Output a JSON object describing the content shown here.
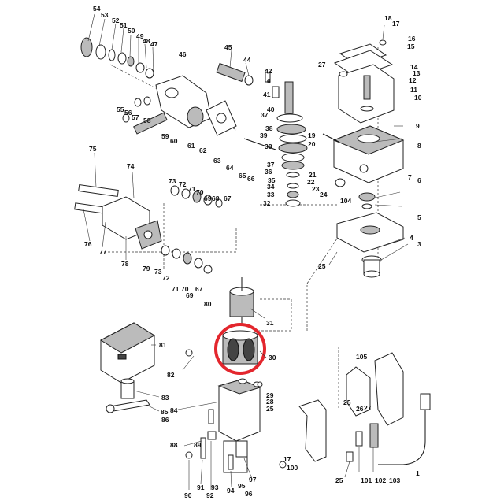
{
  "diagram": {
    "highlight_color": "#e3262d",
    "parts": [
      {
        "id": "p54",
        "label": "54"
      },
      {
        "id": "p53",
        "label": "53"
      },
      {
        "id": "p52",
        "label": "52"
      },
      {
        "id": "p51",
        "label": "51"
      },
      {
        "id": "p50",
        "label": "50"
      },
      {
        "id": "p49",
        "label": "49"
      },
      {
        "id": "p48",
        "label": "48"
      },
      {
        "id": "p47",
        "label": "47"
      },
      {
        "id": "p46",
        "label": "46"
      },
      {
        "id": "p45",
        "label": "45"
      },
      {
        "id": "p44",
        "label": "44"
      },
      {
        "id": "p42",
        "label": "42"
      },
      {
        "id": "p6a",
        "label": "6"
      },
      {
        "id": "p41",
        "label": "41"
      },
      {
        "id": "p40",
        "label": "40"
      },
      {
        "id": "p37a",
        "label": "37"
      },
      {
        "id": "p38a",
        "label": "38"
      },
      {
        "id": "p39",
        "label": "39"
      },
      {
        "id": "p38b",
        "label": "38"
      },
      {
        "id": "p37b",
        "label": "37"
      },
      {
        "id": "p36",
        "label": "36"
      },
      {
        "id": "p35",
        "label": "35"
      },
      {
        "id": "p34",
        "label": "34"
      },
      {
        "id": "p33",
        "label": "33"
      },
      {
        "id": "p32",
        "label": "32"
      },
      {
        "id": "p18",
        "label": "18"
      },
      {
        "id": "p17",
        "label": "17"
      },
      {
        "id": "p16",
        "label": "16"
      },
      {
        "id": "p15",
        "label": "15"
      },
      {
        "id": "p27a",
        "label": "27"
      },
      {
        "id": "p14",
        "label": "14"
      },
      {
        "id": "p13",
        "label": "13"
      },
      {
        "id": "p12",
        "label": "12"
      },
      {
        "id": "p11",
        "label": "11"
      },
      {
        "id": "p10",
        "label": "10"
      },
      {
        "id": "p9",
        "label": "9"
      },
      {
        "id": "p8",
        "label": "8"
      },
      {
        "id": "p19",
        "label": "19"
      },
      {
        "id": "p20",
        "label": "20"
      },
      {
        "id": "p21",
        "label": "21"
      },
      {
        "id": "p22",
        "label": "22"
      },
      {
        "id": "p23",
        "label": "23"
      },
      {
        "id": "p24",
        "label": "24"
      },
      {
        "id": "p104",
        "label": "104"
      },
      {
        "id": "p7",
        "label": "7"
      },
      {
        "id": "p6b",
        "label": "6"
      },
      {
        "id": "p5",
        "label": "5"
      },
      {
        "id": "p4",
        "label": "4"
      },
      {
        "id": "p3",
        "label": "3"
      },
      {
        "id": "p25a",
        "label": "25"
      },
      {
        "id": "p55",
        "label": "55"
      },
      {
        "id": "p56",
        "label": "56"
      },
      {
        "id": "p57",
        "label": "57"
      },
      {
        "id": "p58",
        "label": "58"
      },
      {
        "id": "p59",
        "label": "59"
      },
      {
        "id": "p60",
        "label": "60"
      },
      {
        "id": "p61",
        "label": "61"
      },
      {
        "id": "p62",
        "label": "62"
      },
      {
        "id": "p63",
        "label": "63"
      },
      {
        "id": "p64",
        "label": "64"
      },
      {
        "id": "p65",
        "label": "65"
      },
      {
        "id": "p66",
        "label": "66"
      },
      {
        "id": "p75",
        "label": "75"
      },
      {
        "id": "p74",
        "label": "74"
      },
      {
        "id": "p76",
        "label": "76"
      },
      {
        "id": "p77",
        "label": "77"
      },
      {
        "id": "p78",
        "label": "78"
      },
      {
        "id": "p73a",
        "label": "73"
      },
      {
        "id": "p72a",
        "label": "72"
      },
      {
        "id": "p71a",
        "label": "71"
      },
      {
        "id": "p70a",
        "label": "70"
      },
      {
        "id": "p69a",
        "label": "69"
      },
      {
        "id": "p68",
        "label": "68"
      },
      {
        "id": "p67a",
        "label": "67"
      },
      {
        "id": "p79",
        "label": "79"
      },
      {
        "id": "p73b",
        "label": "73"
      },
      {
        "id": "p72b",
        "label": "72"
      },
      {
        "id": "p71b",
        "label": "71"
      },
      {
        "id": "p70b",
        "label": "70"
      },
      {
        "id": "p69b",
        "label": "69"
      },
      {
        "id": "p67b",
        "label": "67"
      },
      {
        "id": "p80",
        "label": "80"
      },
      {
        "id": "p31",
        "label": "31"
      },
      {
        "id": "p81",
        "label": "81"
      },
      {
        "id": "p82",
        "label": "82"
      },
      {
        "id": "p30",
        "label": "30"
      },
      {
        "id": "p29",
        "label": "29"
      },
      {
        "id": "p28",
        "label": "28"
      },
      {
        "id": "p25b",
        "label": "25"
      },
      {
        "id": "p83",
        "label": "83"
      },
      {
        "id": "p84",
        "label": "84"
      },
      {
        "id": "p85",
        "label": "85"
      },
      {
        "id": "p86",
        "label": "86"
      },
      {
        "id": "p105",
        "label": "105"
      },
      {
        "id": "p25c",
        "label": "25"
      },
      {
        "id": "p26",
        "label": "26"
      },
      {
        "id": "p27b",
        "label": "27"
      },
      {
        "id": "p88",
        "label": "88"
      },
      {
        "id": "p89",
        "label": "89"
      },
      {
        "id": "p17b",
        "label": "17"
      },
      {
        "id": "p100",
        "label": "100"
      },
      {
        "id": "p90",
        "label": "90"
      },
      {
        "id": "p91",
        "label": "91"
      },
      {
        "id": "p92",
        "label": "92"
      },
      {
        "id": "p93",
        "label": "93"
      },
      {
        "id": "p94",
        "label": "94"
      },
      {
        "id": "p95",
        "label": "95"
      },
      {
        "id": "p96",
        "label": "96"
      },
      {
        "id": "p97",
        "label": "97"
      },
      {
        "id": "p25d",
        "label": "25"
      },
      {
        "id": "p101",
        "label": "101"
      },
      {
        "id": "p102",
        "label": "102"
      },
      {
        "id": "p103",
        "label": "103"
      },
      {
        "id": "p1",
        "label": "1"
      }
    ]
  }
}
